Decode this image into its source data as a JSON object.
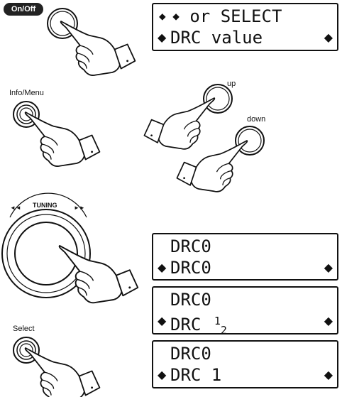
{
  "labels": {
    "on_off": "On/Off",
    "info_menu": "Info/Menu",
    "up": "up",
    "down": "down",
    "tuning": "TUNING",
    "tuning_prev": "◄◄",
    "tuning_next": "►►",
    "select": "Select"
  },
  "displays": [
    {
      "line1": "or SELECT",
      "line1_prefix": "◆ ◆",
      "line2": "DRC value"
    },
    {
      "line1": "DRC0",
      "line2": "DRC0"
    },
    {
      "line1": "DRC0",
      "line2": "DRC",
      "line2_num": "1",
      "line2_den": "2"
    },
    {
      "line1": "DRC0",
      "line2": "DRC 1"
    }
  ],
  "glyphs": {
    "left_arrow": "◆",
    "right_arrow": "◆"
  }
}
